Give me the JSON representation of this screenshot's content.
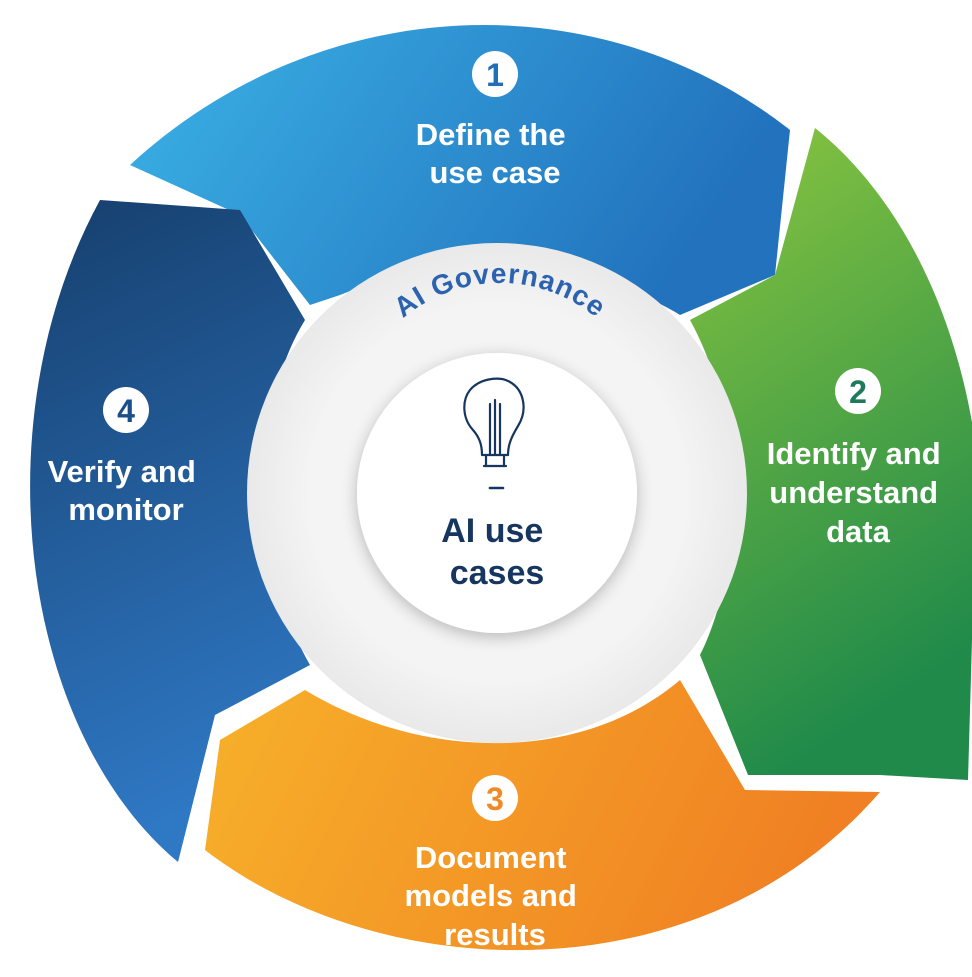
{
  "center": {
    "ring_label": "AI Governance",
    "title_lines": [
      "AI use",
      "cases"
    ],
    "icon": "lightbulb-icon"
  },
  "steps": [
    {
      "number": "1",
      "lines": [
        "Define the",
        "use case"
      ],
      "color_start": "#3bb2e6",
      "color_end": "#2272bd",
      "number_color": "#1f6fb9"
    },
    {
      "number": "2",
      "lines": [
        "Identify and",
        "understand",
        "data"
      ],
      "color_start": "#8cc63f",
      "color_end": "#1f8a4a",
      "number_color": "#1e7a5a"
    },
    {
      "number": "3",
      "lines": [
        "Document",
        "models and",
        "results"
      ],
      "color_start": "#f7b12a",
      "color_end": "#f08023",
      "number_color": "#f08a26"
    },
    {
      "number": "4",
      "lines": [
        "Verify and",
        "monitor"
      ],
      "color_start": "#163f6d",
      "color_end": "#2f78c4",
      "number_color": "#1a4f8a"
    }
  ]
}
